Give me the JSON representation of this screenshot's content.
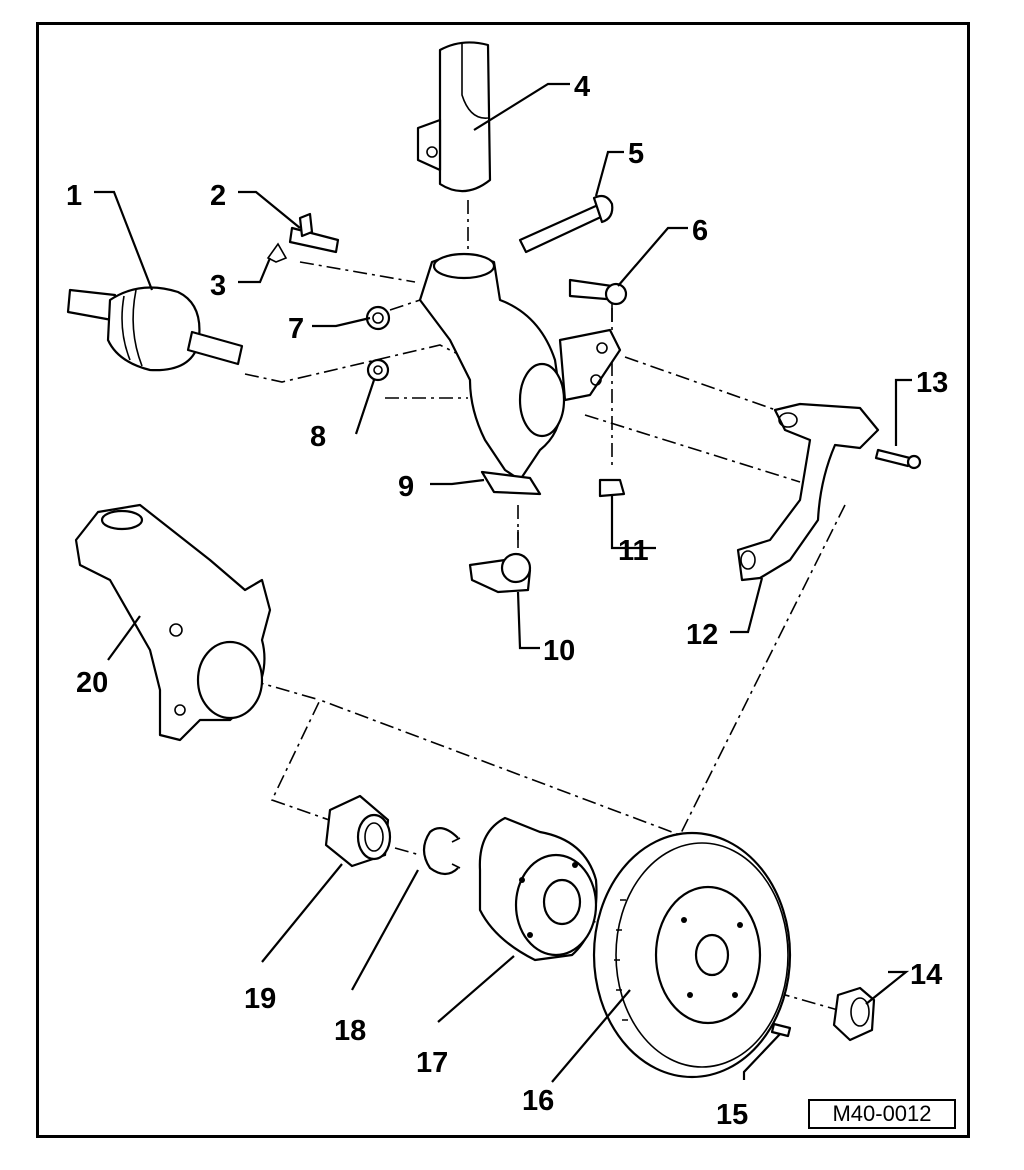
{
  "diagram": {
    "reference_code": "M40-0012",
    "callouts": [
      {
        "id": "1",
        "text": "1"
      },
      {
        "id": "2",
        "text": "2"
      },
      {
        "id": "3",
        "text": "3"
      },
      {
        "id": "4",
        "text": "4"
      },
      {
        "id": "5",
        "text": "5"
      },
      {
        "id": "6",
        "text": "6"
      },
      {
        "id": "7",
        "text": "7"
      },
      {
        "id": "8",
        "text": "8"
      },
      {
        "id": "9",
        "text": "9"
      },
      {
        "id": "10",
        "text": "10"
      },
      {
        "id": "11",
        "text": "11"
      },
      {
        "id": "12",
        "text": "12"
      },
      {
        "id": "13",
        "text": "13"
      },
      {
        "id": "14",
        "text": "14"
      },
      {
        "id": "15",
        "text": "15"
      },
      {
        "id": "16",
        "text": "16"
      },
      {
        "id": "17",
        "text": "17"
      },
      {
        "id": "18",
        "text": "18"
      },
      {
        "id": "19",
        "text": "19"
      },
      {
        "id": "20",
        "text": "20"
      }
    ]
  }
}
